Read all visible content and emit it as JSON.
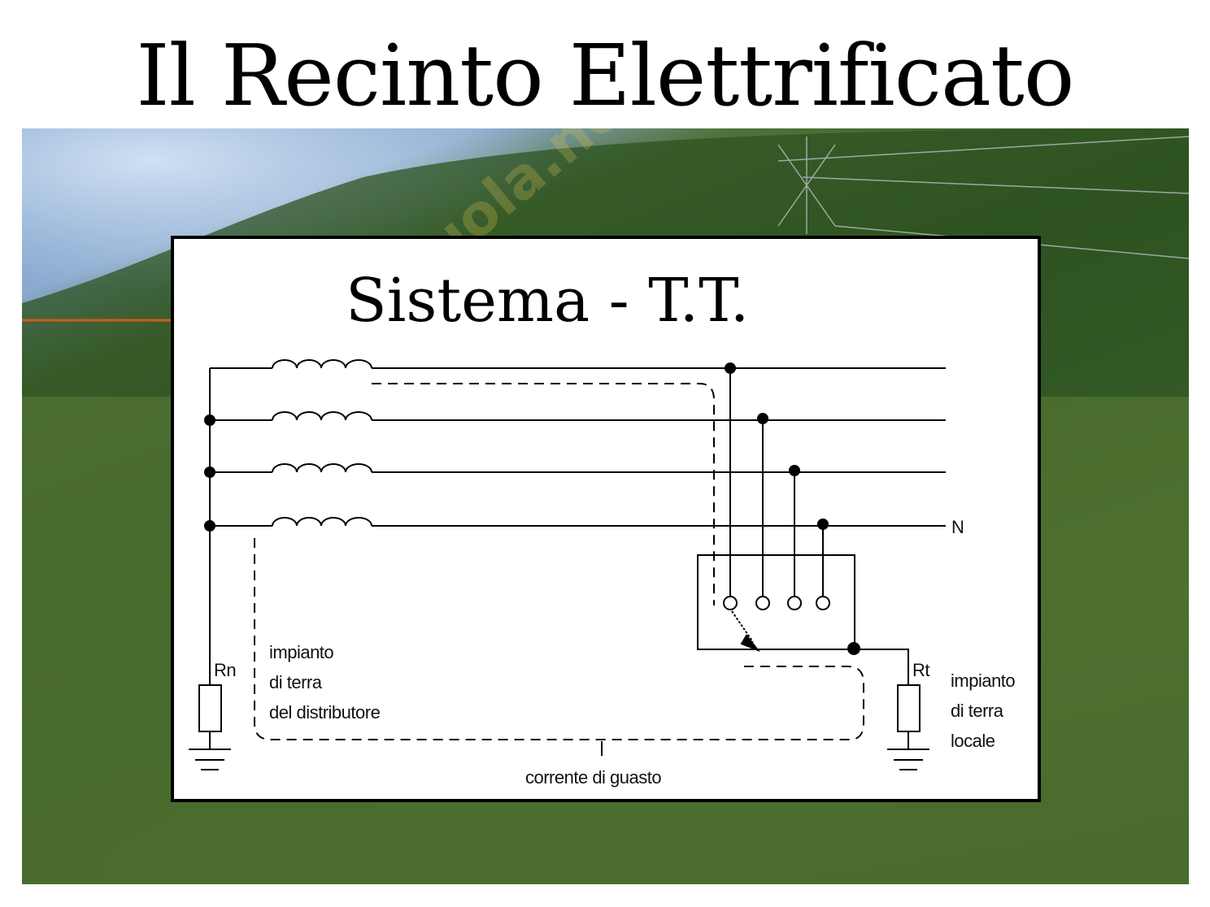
{
  "slide": {
    "title": "Il Recinto Elettrificato",
    "watermark": "Skuola.net"
  },
  "diagram": {
    "subtitle": "Sistema - T.T.",
    "neutral_label": "N",
    "rn_label": "Rn",
    "rt_label": "Rt",
    "distributor_earth_label": [
      "impianto",
      "di terra",
      "del distributore"
    ],
    "local_earth_label": [
      "impianto",
      "di terra",
      "locale"
    ],
    "fault_current_label": "corrente di guasto"
  }
}
